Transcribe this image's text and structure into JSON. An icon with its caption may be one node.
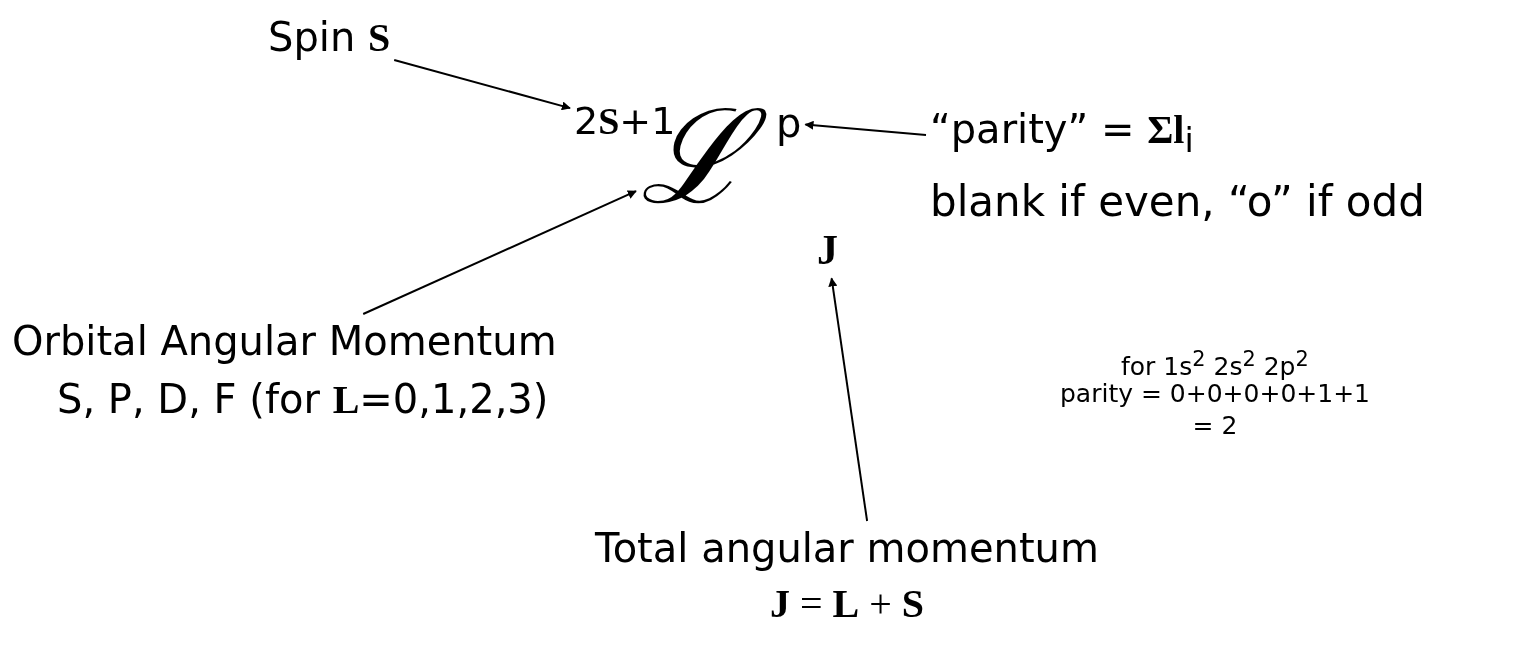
{
  "diagram": {
    "nodes": [
      {
        "text": [
          "Spin **S**"
        ]
      },
      {
        "text": [
          "2**S**+1"
        ]
      },
      {
        "text": [
          "ℒ"
        ]
      },
      {
        "text": [
          "p"
        ]
      },
      {
        "text": [
          "“parity” = **Σl**$_{i}$",
          "blank if even, “o” if odd"
        ]
      },
      {
        "text": [
          "Orbital Angular Momentum",
          "S, P, D, F (for **L**=0,1,2,3)"
        ]
      },
      {
        "text": [
          "J"
        ]
      },
      {
        "text": [
          "Total angular momentum",
          "**J** = **L** + **S**"
        ]
      }
    ],
    "edges": [
      {
        "from": 0,
        "to": 1,
        "arrow": "to"
      },
      {
        "from": 4,
        "to": 3,
        "arrow": "to"
      },
      {
        "from": 5,
        "to": 2,
        "arrow": "to"
      },
      {
        "from": 7,
        "to": 6,
        "arrow": "to"
      }
    ],
    "labels": [
      "for 1s$^{2}$ 2s$^{2}$ 2p$^{2}$",
      "parity = 0+0+0+0+1+1",
      "= 2"
    ]
  }
}
